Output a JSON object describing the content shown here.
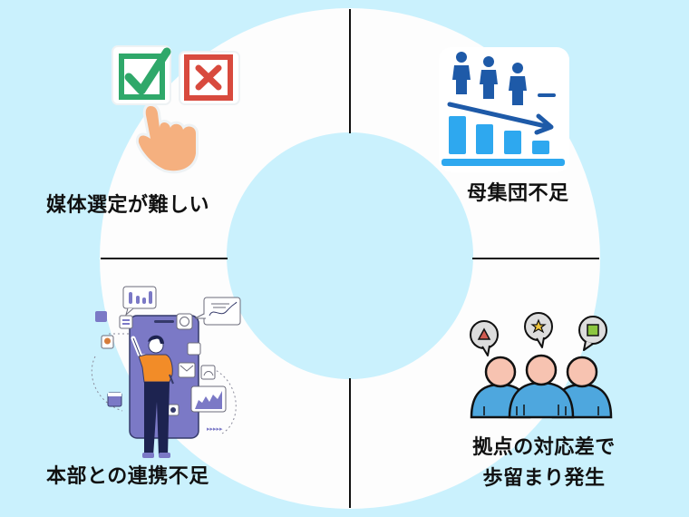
{
  "diagram": {
    "type": "four-quadrant ring",
    "colors": {
      "background": "#caf1fd",
      "ring": "#fdfdfd",
      "divider": "#111111",
      "text": "#111111"
    },
    "quadrants": [
      {
        "position": "top-left",
        "label": "媒体選定が難しい",
        "icon": "check-cross-hand-icon"
      },
      {
        "position": "top-right",
        "label": "母集団不足",
        "icon": "declining-people-chart-icon"
      },
      {
        "position": "bottom-left",
        "label": "本部との連携不足",
        "icon": "person-phone-dashboard-icon"
      },
      {
        "position": "bottom-right",
        "label_line1": "拠点の対応差で",
        "label_line2": "歩留まり発生",
        "icon": "three-people-speech-bubbles-icon"
      }
    ]
  }
}
